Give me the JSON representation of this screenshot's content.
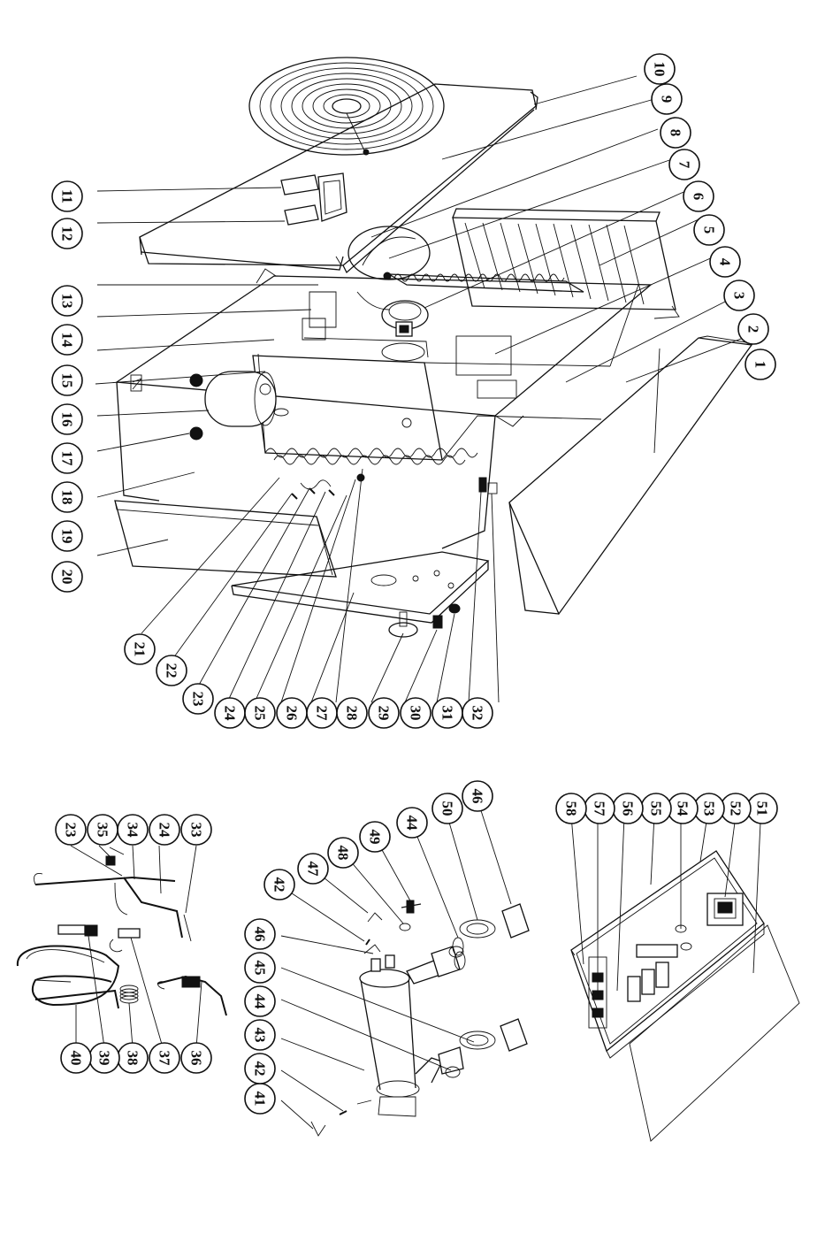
{
  "diagram": {
    "upper_assembly_labels": [
      "1",
      "2",
      "3",
      "4",
      "5",
      "6",
      "7",
      "8",
      "9",
      "10",
      "11",
      "12",
      "13",
      "14",
      "15",
      "16",
      "17",
      "18",
      "19",
      "20",
      "21",
      "22",
      "23",
      "24",
      "25",
      "26",
      "27",
      "28",
      "29",
      "30",
      "31",
      "32"
    ],
    "pipe_group_labels": [
      "33",
      "24",
      "34",
      "35",
      "23",
      "36",
      "37",
      "38",
      "39",
      "40"
    ],
    "heat_exchanger_labels": [
      "41",
      "42",
      "43",
      "44",
      "45",
      "46",
      "42",
      "47",
      "48",
      "49",
      "44",
      "50",
      "46"
    ],
    "control_box_labels": [
      "51",
      "52",
      "53",
      "54",
      "55",
      "56",
      "57",
      "58"
    ]
  }
}
